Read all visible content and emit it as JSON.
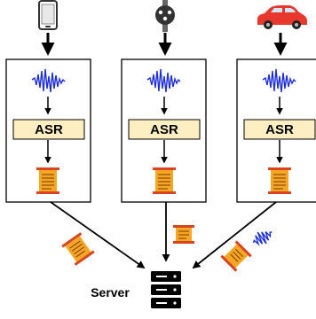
{
  "columns": [
    {
      "device": "phone-icon",
      "module_label": "ASR"
    },
    {
      "device": "meter-icon",
      "module_label": "ASR"
    },
    {
      "device": "car-icon",
      "module_label": "ASR"
    }
  ],
  "server": {
    "label": "Server",
    "icon": "server-icon"
  },
  "colors": {
    "waveform": "#1f2fd6",
    "module_fill": "#fdefc2",
    "transcript_body": "#f5a623",
    "transcript_end": "#d9431d",
    "car": "#e8372c",
    "server": "#000000"
  }
}
